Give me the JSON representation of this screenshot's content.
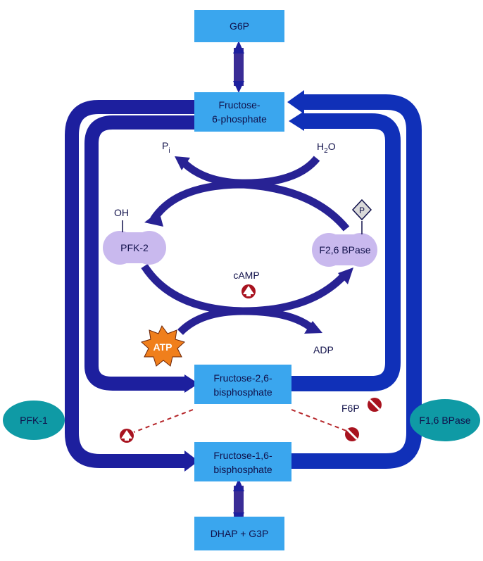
{
  "boxes": {
    "g6p": "G6P",
    "f6p_line1": "Fructose-",
    "f6p_line2": "6-phosphate",
    "f26bp_line1": "Fructose-2,6-",
    "f26bp_line2": "bisphosphate",
    "f16bp_line1": "Fructose-1,6-",
    "f16bp_line2": "bisphosphate",
    "dhap": "DHAP + G3P"
  },
  "enzymes": {
    "pfk2": "PFK-2",
    "f26bpase": "F2,6 BPase",
    "pfk1": "PFK-1",
    "f16bpase": "F1,6 BPase"
  },
  "small_labels": {
    "pi_main": "P",
    "pi_sub": "i",
    "h2o_h": "H",
    "h2o_sub": "2",
    "h2o_o": "O",
    "oh": "OH",
    "phospho_tag": "P",
    "camp": "cAMP",
    "atp": "ATP",
    "adp": "ADP",
    "f6p_inhibitor": "F6P"
  },
  "colors": {
    "box": "#3aa6ee",
    "main_arrow": "#1d1f9e",
    "regulation": "#b5262a",
    "enzyme_blob": "#c9b9ee",
    "atp_star": "#f07f1c"
  },
  "icons": [
    "activation-icon",
    "inhibition-icon",
    "phosphate-diamond-icon",
    "atp-starburst-icon"
  ]
}
